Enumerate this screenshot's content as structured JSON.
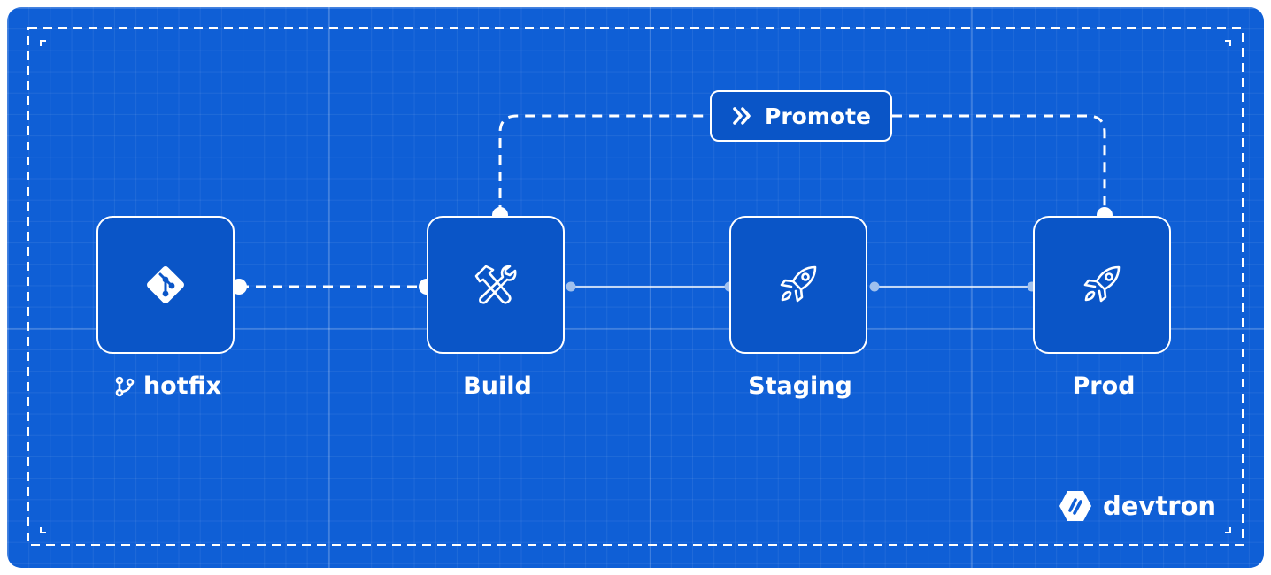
{
  "colors": {
    "background": "#0f5fd6",
    "node_fill": "#0a55c7",
    "line": "#ffffff"
  },
  "pipeline": {
    "source": {
      "label": "hotfix",
      "icon": "git-icon",
      "label_icon": "branch-icon"
    },
    "stages": [
      {
        "label": "Build",
        "icon": "tools-icon"
      },
      {
        "label": "Staging",
        "icon": "rocket-icon"
      },
      {
        "label": "Prod",
        "icon": "rocket-icon"
      }
    ]
  },
  "promote": {
    "label": "Promote",
    "icon": "double-chevron-right-icon"
  },
  "brand": {
    "name": "devtron",
    "icon": "devtron-logo-icon"
  }
}
